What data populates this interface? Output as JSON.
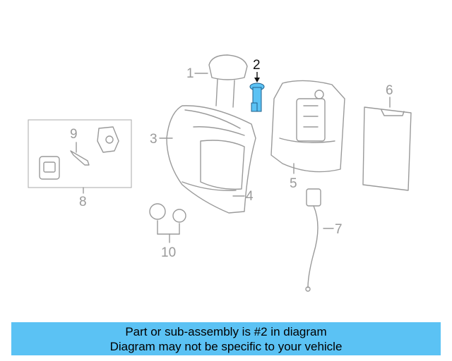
{
  "diagram": {
    "callouts": [
      {
        "id": "1",
        "label": "1"
      },
      {
        "id": "2",
        "label": "2"
      },
      {
        "id": "3",
        "label": "3"
      },
      {
        "id": "4",
        "label": "4"
      },
      {
        "id": "5",
        "label": "5"
      },
      {
        "id": "6",
        "label": "6"
      },
      {
        "id": "7",
        "label": "7"
      },
      {
        "id": "8",
        "label": "8"
      },
      {
        "id": "9",
        "label": "9"
      },
      {
        "id": "10",
        "label": "10"
      }
    ],
    "highlight_color": "#5bc2f4",
    "line_color": "#9a9a9a"
  },
  "banner": {
    "line1": "Part or sub-assembly is #2 in diagram",
    "line2": "Diagram may not be specific to your vehicle",
    "background": "#5bc2f4"
  }
}
